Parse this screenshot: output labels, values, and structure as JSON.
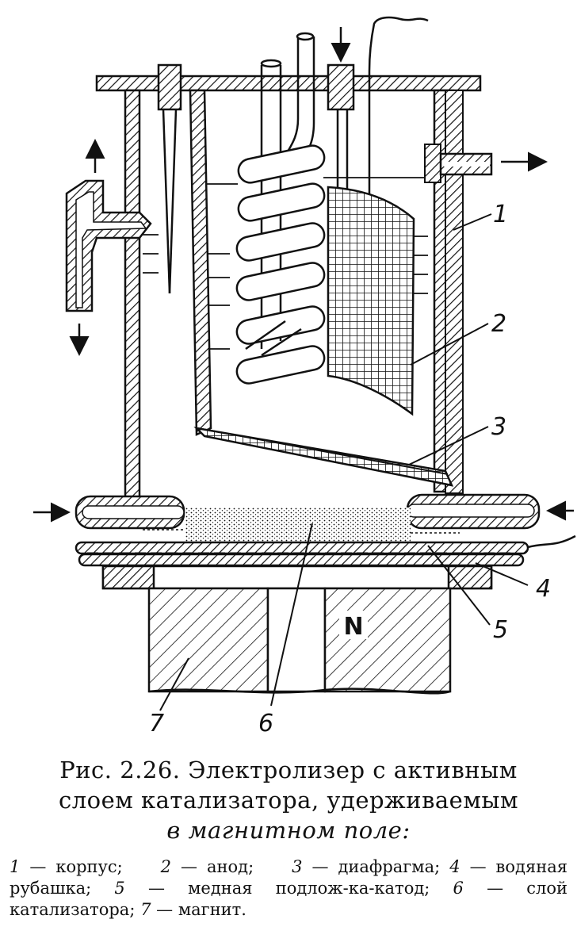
{
  "figure": {
    "callouts": [
      "1",
      "2",
      "3",
      "4",
      "5",
      "6",
      "7"
    ],
    "magnet_pole": "N"
  },
  "caption": {
    "number": "Рис. 2.26.",
    "title_line1": "Электролизер с активным",
    "title_line2": "слоем катализатора, удерживаемым",
    "title_line3": "в магнитном поле:",
    "legend": [
      {
        "num": "1",
        "text": "— корпус;"
      },
      {
        "num": "2",
        "text": "— анод;"
      },
      {
        "num": "3",
        "text": "— диафрагма;"
      },
      {
        "num": "4",
        "text": "— водяная рубашка;"
      },
      {
        "num": "5",
        "text": "— медная подлож-ка-катод;"
      },
      {
        "num": "6",
        "text": "— слой катализатора;"
      },
      {
        "num": "7",
        "text": "— магнит."
      }
    ]
  }
}
